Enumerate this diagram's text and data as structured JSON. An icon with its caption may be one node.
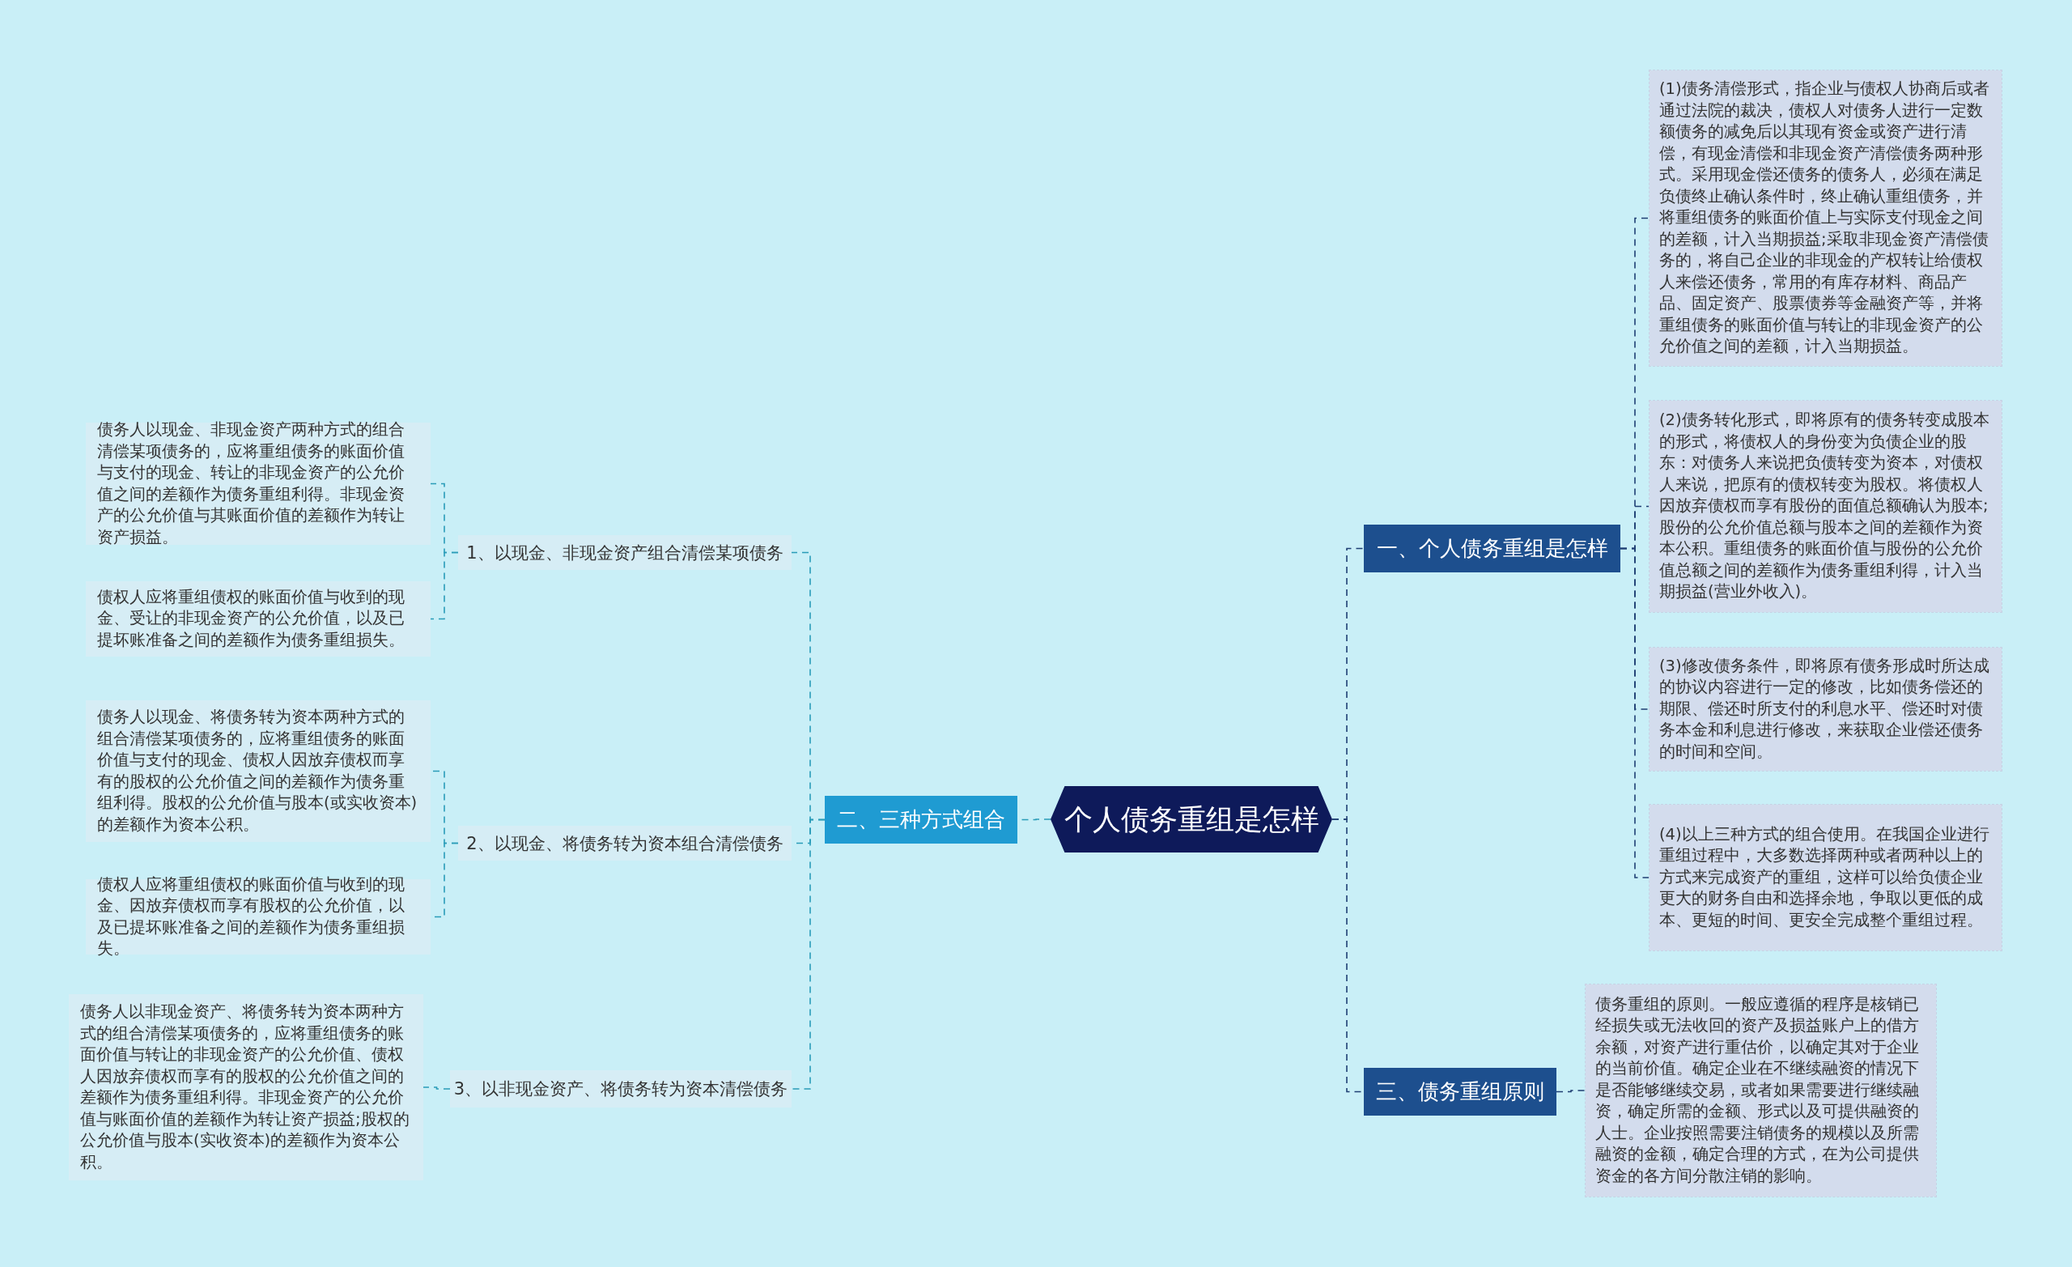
{
  "diagram": {
    "nodes": [
      {
        "text": [
          "个人债务重组是怎样"
        ]
      },
      {
        "text": [
          "一、个人债务重组是怎样"
        ]
      },
      {
        "text": [
          "(1)债务清偿形式，指企业与债权人协商后或者通过法院的裁决，债权人对债务人进行一定数额债务的减免后以其现有资金或资产进行清偿，有现金清偿和非现金资产清偿债务两种形式。采用现金偿还债务的债务人，必须在满足负债终止确认条件时，终止确认重组债务，并将重组债务的账面价值上与实际支付现金之间的差额，计入当期损益;采取非现金资产清偿债务的，将自己企业的非现金的产权转让给债权人来偿还债务，常用的有库存材料、商品产品、固定资产、股票债券等金融资产等，并将重组债务的账面价值与转让的非现金资产的公允价值之间的差额，计入当期损益。"
        ]
      },
      {
        "text": [
          "(2)债务转化形式，即将原有的债务转变成股本的形式，将债权人的身份变为负债企业的股东：对债务人来说把负债转变为资本，对债权人来说，把原有的债权转变为股权。将债权人因放弃债权而享有股份的面值总额确认为股本;股份的公允价值总额与股本之间的差额作为资本公积。重组债务的账面价值与股份的公允价值总额之间的差额作为债务重组利得，计入当期损益(营业外收入)。"
        ]
      },
      {
        "text": [
          "(3)修改债务条件，即将原有债务形成时所达成的协议内容进行一定的修改，比如债务偿还的期限、偿还时所支付的利息水平、偿还时对债务本金和利息进行修改，来获取企业偿还债务的时间和空间。"
        ]
      },
      {
        "text": [
          "(4)以上三种方式的组合使用。在我国企业进行重组过程中，大多数选择两种或者两种以上的方式来完成资产的重组，这样可以给负债企业更大的财务自由和选择余地，争取以更低的成本、更短的时间、更安全完成整个重组过程。"
        ]
      },
      {
        "text": [
          "三、债务重组原则"
        ]
      },
      {
        "text": [
          "债务重组的原则。一般应遵循的程序是核销已经损失或无法收回的资产及损益账户上的借方余额，对资产进行重估价，以确定其对于企业的当前价值。确定企业在不继续融资的情况下是否能够继续交易，或者如果需要进行继续融资，确定所需的金额、形式以及可提供融资的人士。企业按照需要注销债务的规模以及所需融资的金额，确定合理的方式，在为公司提供资金的各方间分散注销的影响。"
        ]
      },
      {
        "text": [
          "二、三种方式组合"
        ]
      },
      {
        "text": [
          "1、以现金、非现金资产组合清偿某项债务"
        ]
      },
      {
        "text": [
          "债务人以现金、非现金资产两种方式的组合清偿某项债务的，应将重组债务的账面价值与支付的现金、转让的非现金资产的公允价值之间的差额作为债务重组利得。非现金资产的公允价值与其账面价值的差额作为转让资产损益。"
        ]
      },
      {
        "text": [
          "债权人应将重组债权的账面价值与收到的现金、受让的非现金资产的公允价值，以及已提坏账准备之间的差额作为债务重组损失。"
        ]
      },
      {
        "text": [
          "2、以现金、将债务转为资本组合清偿债务"
        ]
      },
      {
        "text": [
          "债务人以现金、将债务转为资本两种方式的组合清偿某项债务的，应将重组债务的账面价值与支付的现金、债权人因放弃债权而享有的股权的公允价值之间的差额作为债务重组利得。股权的公允价值与股本(或实收资本)的差额作为资本公积。"
        ]
      },
      {
        "text": [
          "债权人应将重组债权的账面价值与收到的现金、因放弃债权而享有股权的公允价值，以及已提坏账准备之间的差额作为债务重组损失。"
        ]
      },
      {
        "text": [
          "3、以非现金资产、将债务转为资本清偿债务"
        ]
      },
      {
        "text": [
          "债务人以非现金资产、将债务转为资本两种方式的组合清偿某项债务的，应将重组债务的账面价值与转让的非现金资产的公允价值、债权人因放弃债权而享有的股权的公允价值之间的差额作为债务重组利得。非现金资产的公允价值与账面价值的差额作为转让资产损益;股权的公允价值与股本(实收资本)的差额作为资本公积。"
        ]
      }
    ],
    "edges": [
      {
        "from": 0,
        "to": 1,
        "arrow": "none",
        "style": "dashed",
        "color": "#1f3f73"
      },
      {
        "from": 1,
        "to": 2,
        "arrow": "none",
        "style": "dashed",
        "color": "#1f3f73"
      },
      {
        "from": 1,
        "to": 3,
        "arrow": "none",
        "style": "dashed",
        "color": "#1f3f73"
      },
      {
        "from": 1,
        "to": 4,
        "arrow": "none",
        "style": "dashed",
        "color": "#1f3f73"
      },
      {
        "from": 1,
        "to": 5,
        "arrow": "none",
        "style": "dashed",
        "color": "#1f3f73"
      },
      {
        "from": 0,
        "to": 6,
        "arrow": "none",
        "style": "dashed",
        "color": "#1f3f73"
      },
      {
        "from": 6,
        "to": 7,
        "arrow": "none",
        "style": "dashed",
        "color": "#1f3f73"
      },
      {
        "from": 0,
        "to": 8,
        "arrow": "none",
        "style": "dashed"
      },
      {
        "from": 8,
        "to": 9,
        "arrow": "none",
        "style": "dashed"
      },
      {
        "from": 9,
        "to": 10,
        "arrow": "none",
        "style": "dashed"
      },
      {
        "from": 9,
        "to": 11,
        "arrow": "none",
        "style": "dashed"
      },
      {
        "from": 8,
        "to": 12,
        "arrow": "none",
        "style": "dashed"
      },
      {
        "from": 12,
        "to": 13,
        "arrow": "none",
        "style": "dashed"
      },
      {
        "from": 12,
        "to": 14,
        "arrow": "none",
        "style": "dashed"
      },
      {
        "from": 8,
        "to": 15,
        "arrow": "none",
        "style": "dashed"
      },
      {
        "from": 15,
        "to": 16,
        "arrow": "none",
        "style": "dashed"
      }
    ]
  }
}
